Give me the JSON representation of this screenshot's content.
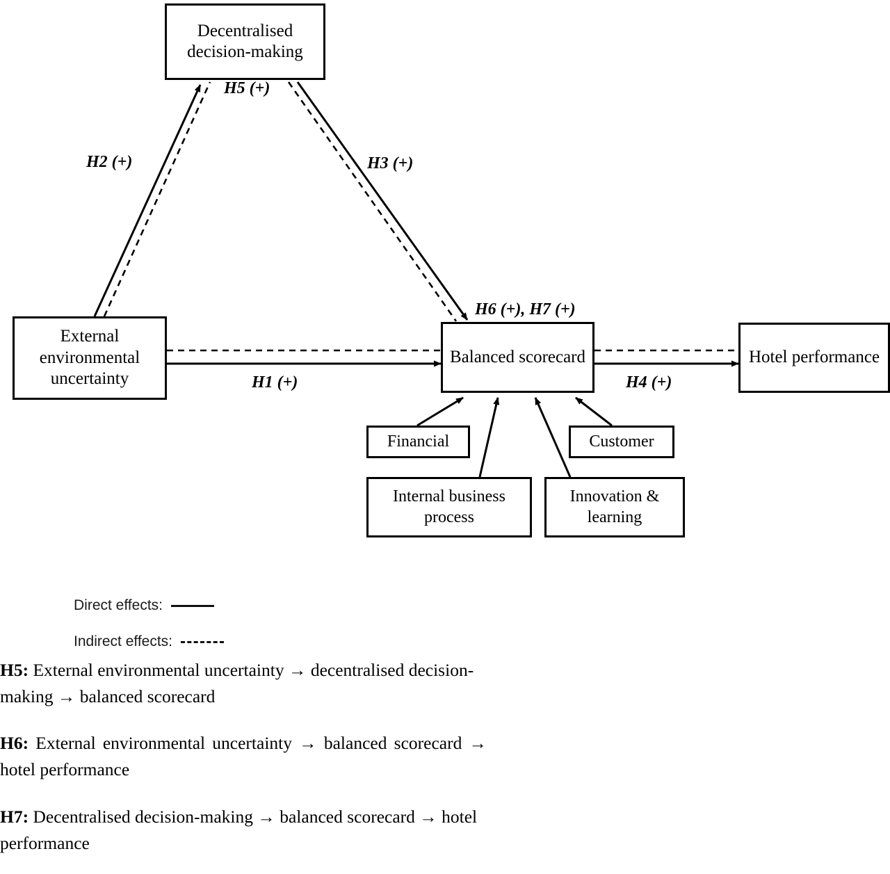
{
  "figure": {
    "type": "conceptual-research-model-diagram",
    "nodes": [
      {
        "id": "decentralised",
        "label": "Decentralised decision-making"
      },
      {
        "id": "external",
        "label": "External environmental uncertainty"
      },
      {
        "id": "bsc",
        "label": "Balanced scorecard"
      },
      {
        "id": "hotel",
        "label": "Hotel performance"
      },
      {
        "id": "financial",
        "label": "Financial"
      },
      {
        "id": "customer",
        "label": "Customer"
      },
      {
        "id": "internal",
        "label": "Internal business process"
      },
      {
        "id": "innovation",
        "label": "Innovation & learning"
      }
    ],
    "edge_labels": {
      "h1": "H1 (+)",
      "h2": "H2 (+)",
      "h3": "H3 (+)",
      "h4": "H4 (+)",
      "h5": "H5 (+)",
      "h67": "H6 (+), H7 (+)"
    },
    "edges": [
      {
        "id": "h1",
        "from": "external",
        "to": "bsc",
        "style": "solid",
        "label": "H1 (+)"
      },
      {
        "id": "h2",
        "from": "external",
        "to": "decentralised",
        "style": "solid",
        "label": "H2 (+)"
      },
      {
        "id": "h3",
        "from": "decentralised",
        "to": "bsc",
        "style": "solid",
        "label": "H3 (+)"
      },
      {
        "id": "h4",
        "from": "bsc",
        "to": "hotel",
        "style": "solid",
        "label": "H4 (+)"
      },
      {
        "id": "h5",
        "from": "external",
        "to": "bsc",
        "style": "dashed",
        "label": "H5 (+)",
        "via": "decentralised"
      },
      {
        "id": "h6",
        "from": "external",
        "to": "hotel",
        "style": "dashed",
        "label": "H6 (+)",
        "via": "bsc"
      },
      {
        "id": "h7",
        "from": "decentralised",
        "to": "hotel",
        "style": "dashed",
        "label": "H7 (+)",
        "via": "bsc"
      },
      {
        "id": "p1",
        "from": "financial",
        "to": "bsc",
        "style": "solid",
        "label": ""
      },
      {
        "id": "p2",
        "from": "internal",
        "to": "bsc",
        "style": "solid",
        "label": ""
      },
      {
        "id": "p3",
        "from": "innovation",
        "to": "bsc",
        "style": "solid",
        "label": ""
      },
      {
        "id": "p4",
        "from": "customer",
        "to": "bsc",
        "style": "solid",
        "label": ""
      }
    ]
  },
  "legend": {
    "direct_label": "Direct effects:",
    "indirect_label": "Indirect effects:"
  },
  "hypotheses": [
    {
      "key": "H5",
      "separator": ":",
      "text": "External environmental uncertainty → decentralised decision-making → balanced scorecard",
      "line1": "External environmental uncertainty → decentralised",
      "line2": "decision-making → balanced scorecard"
    },
    {
      "key": "H6",
      "separator": ":",
      "text": "External environmental uncertainty → balanced scorecard → hotel performance",
      "line1": "External environmental uncertainty → balanced",
      "line2": "scorecard → hotel performance"
    },
    {
      "key": "H7",
      "separator": ":",
      "text": "Decentralised decision-making → balanced scorecard → hotel performance",
      "line1": "Decentralised decision-making → balanced scorecard",
      "line2": "→ hotel performance"
    }
  ],
  "colors": {
    "stroke": "#000000",
    "background": "#ffffff",
    "text": "#000000"
  }
}
